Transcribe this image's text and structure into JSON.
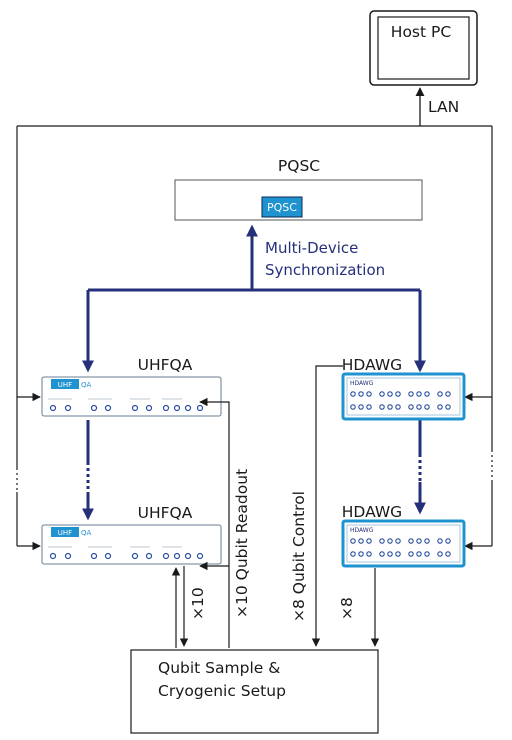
{
  "host_pc": {
    "label": "Host PC"
  },
  "lan": {
    "label": "LAN"
  },
  "pqsc": {
    "title": "PQSC",
    "badge": "PQSC"
  },
  "sync": {
    "line1": "Multi-Device",
    "line2": "Synchronization"
  },
  "uhfqa_top": {
    "title": "UHFQA",
    "badge_a": "UHF",
    "badge_b": "QA"
  },
  "uhfqa_bottom": {
    "title": "UHFQA",
    "badge_a": "UHF",
    "badge_b": "QA"
  },
  "hdawg_top": {
    "title": "HDAWG",
    "badge": "HDAWG"
  },
  "hdawg_bottom": {
    "title": "HDAWG",
    "badge": "HDAWG"
  },
  "readout": {
    "label": "×10 Qubit Readout",
    "count": "×10"
  },
  "control": {
    "label": "×8 Qubit Control",
    "count": "×8"
  },
  "sample": {
    "line1": "Qubit Sample &",
    "line2": "Cryogenic Setup"
  },
  "colors": {
    "sync_line": "#26307a",
    "hdawg_border": "#1f93d0",
    "badge_fill": "#1f93d0"
  },
  "icons": [
    "monitor-icon",
    "arrow-icon"
  ]
}
